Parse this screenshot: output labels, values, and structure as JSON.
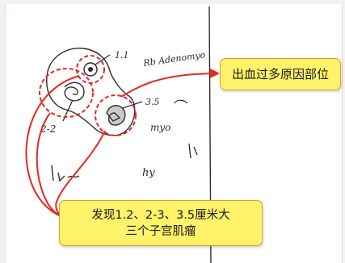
{
  "handwriting": {
    "marks": [
      "1.1",
      "2-2",
      "3.5",
      "Rb Adenomyo",
      "myo",
      "hy"
    ]
  },
  "callouts": {
    "bleeding_cause": "出血过多原因部位",
    "fibroids_line1": "发现1.2、2-3、3.5厘米大",
    "fibroids_line2": "三个子宫肌瘤"
  },
  "colors": {
    "annotation_red": "#e8261f",
    "callout_fill": "#fff36b",
    "callout_border": "#e89a1c",
    "ink": "#2d2d2d"
  }
}
